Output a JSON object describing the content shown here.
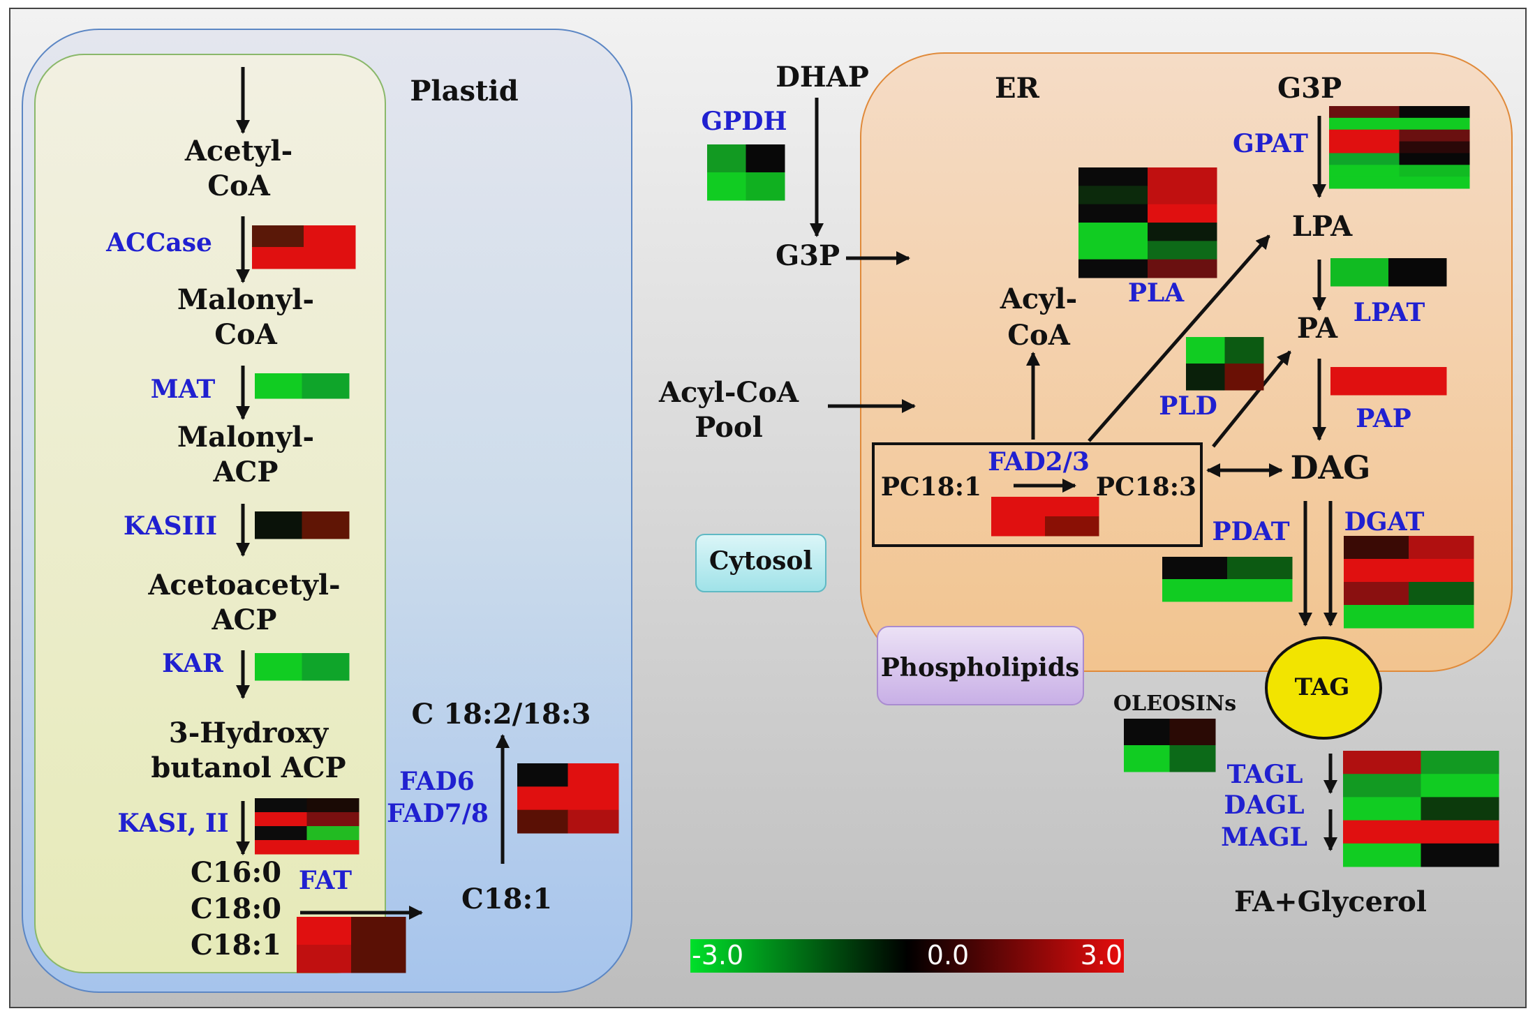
{
  "plastid": {
    "title": "Plastid",
    "metabolites": [
      "Acetyl-",
      "CoA",
      "Malonyl-",
      "CoA",
      "Malonyl-",
      "ACP",
      "Acetoacetyl-",
      "ACP",
      "3-Hydroxy",
      "butanol ACP",
      "C16:0",
      "C18:0",
      "C18:1"
    ],
    "enzymes": [
      "ACCase",
      "MAT",
      "KASIII",
      "KAR",
      "KASI, II",
      "FAT",
      "FAD6",
      "FAD7/8"
    ],
    "c181": "C18:1",
    "c182": "C 18:2/18:3"
  },
  "cytosol": {
    "dhap": "DHAP",
    "gpdh": "GPDH",
    "g3p": "G3P",
    "acyl_pool": [
      "Acyl-CoA",
      "Pool"
    ],
    "cytosol_label": "Cytosol",
    "phospholipids_label": "Phospholipids"
  },
  "er": {
    "title": "ER",
    "g3p": "G3P",
    "gpat": "GPAT",
    "lpa": "LPA",
    "lpat": "LPAT",
    "pa": "PA",
    "pap": "PAP",
    "dag": "DAG",
    "pla": "PLA",
    "pld": "PLD",
    "acyl_coa": [
      "Acyl-",
      "CoA"
    ],
    "pc181": "PC18:1",
    "pc183": "PC18:3",
    "fad23": "FAD2/3",
    "pdat": "PDAT",
    "dgat": "DGAT"
  },
  "tag": {
    "tag": "TAG",
    "oleosins": "OLEOSINs",
    "tagl": "TAGL",
    "dagl": "DAGL",
    "magl": "MAGL",
    "product": "FA+Glycerol"
  },
  "colors": {
    "enzyme_text": "#2020d0",
    "scale_min": "#00dd22",
    "scale_mid": "#000000",
    "scale_max": "#e01010"
  },
  "legend": {
    "min": "-3.0",
    "mid": "0.0",
    "max": "3.0"
  },
  "heatmaps": {
    "ACCase": [
      [
        "#5a1808",
        "#e01010"
      ],
      [
        "#e01010",
        "#e01010"
      ]
    ],
    "MAT": [
      [
        "#11cc22",
        "#0fa52a"
      ]
    ],
    "KASIII": [
      [
        "#0a1209",
        "#601505"
      ]
    ],
    "KAR": [
      [
        "#11cc22",
        "#0fa52a"
      ]
    ],
    "KASI": [
      [
        "#0c0c0c",
        "#1a0a05"
      ],
      [
        "#e01010",
        "#7a1010"
      ],
      [
        "#0c0c0c",
        "#22bb22"
      ],
      [
        "#e01010",
        "#e01010"
      ]
    ],
    "FAT": [
      [
        "#e01010",
        "#5a1005"
      ],
      [
        "#c01010",
        "#5a1005"
      ]
    ],
    "FAD6": [
      [
        "#0a0a0a",
        "#e01010"
      ],
      [
        "#e01010",
        "#e01010"
      ],
      [
        "#5a1005",
        "#b01010"
      ]
    ],
    "GPDH": [
      [
        "#129a22",
        "#080808"
      ],
      [
        "#11cc22",
        "#10b020"
      ]
    ],
    "GPAT": [
      [
        "#6a1010",
        "#080808"
      ],
      [
        "#11cc22",
        "#11cc22"
      ],
      [
        "#e01010",
        "#6a1010"
      ],
      [
        "#e01010",
        "#2a0808"
      ],
      [
        "#0fa52a",
        "#080808"
      ],
      [
        "#11cc22",
        "#11bb22"
      ],
      [
        "#11cc22",
        "#11cc22"
      ]
    ],
    "PLA": [
      [
        "#0a0a0a",
        "#c01010"
      ],
      [
        "#0c2a0c",
        "#c01010"
      ],
      [
        "#0a0a0a",
        "#e01010"
      ],
      [
        "#11cc22",
        "#0a1a0a"
      ],
      [
        "#11cc22",
        "#0d6a18"
      ],
      [
        "#0a0a0a",
        "#6a1010"
      ]
    ],
    "LPAT": [
      [
        "#11bb22",
        "#080808"
      ]
    ],
    "PLD": [
      [
        "#11cc22",
        "#0c5a12"
      ],
      [
        "#0a200a",
        "#6a1005"
      ]
    ],
    "PAP": [
      [
        "#e01010",
        "#e01010"
      ]
    ],
    "FAD23": [
      [
        "#e01010",
        "#e01010"
      ],
      [
        "#e01010",
        "#8a1005"
      ]
    ],
    "PDAT": [
      [
        "#0a0a0a",
        "#0c5a12"
      ],
      [
        "#11cc22",
        "#11cc22"
      ]
    ],
    "DGAT": [
      [
        "#3a0a05",
        "#b01010"
      ],
      [
        "#e01010",
        "#e01010"
      ],
      [
        "#8a1010",
        "#0c5a12"
      ],
      [
        "#11cc22",
        "#11cc22"
      ]
    ],
    "OLEOSIN": [
      [
        "#0a0a0a",
        "#2a0a05"
      ],
      [
        "#11cc22",
        "#0c6a18"
      ]
    ],
    "TAGL": [
      [
        "#b01010",
        "#129a22"
      ],
      [
        "#129a22",
        "#11cc22"
      ],
      [
        "#11cc22",
        "#0c3a0c"
      ],
      [
        "#e01010",
        "#e01010"
      ],
      [
        "#11cc22",
        "#0a0a0a"
      ]
    ]
  }
}
